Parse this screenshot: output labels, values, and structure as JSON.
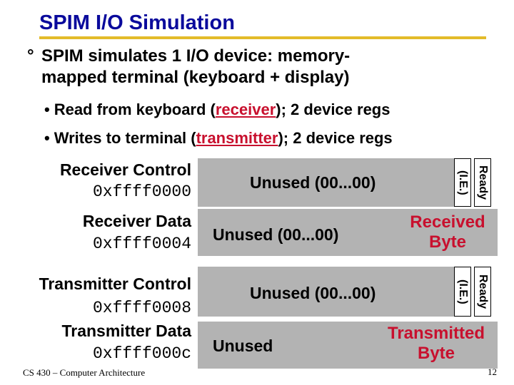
{
  "title": "SPIM I/O Simulation",
  "bullet_main": {
    "mark": "°",
    "line1": "SPIM simulates 1 I/O device: memory-",
    "line2": "mapped terminal (keyboard + display)"
  },
  "sub_bullets": [
    {
      "prefix": "Read from keyboard (",
      "highlight": "receiver",
      "suffix": "); 2 device regs"
    },
    {
      "prefix": "Writes to terminal (",
      "highlight": "transmitter",
      "suffix": "); 2 device regs"
    }
  ],
  "registers": {
    "receiver_control": {
      "label": "Receiver Control",
      "address": "0xffff0000",
      "field": "Unused (00...00)",
      "ready": "Ready",
      "ie": "(I.E.)"
    },
    "receiver_data": {
      "label": "Receiver Data",
      "address": "0xffff0004",
      "field": "Unused (00...00)",
      "byte_line1": "Received",
      "byte_line2": "Byte"
    },
    "transmitter_control": {
      "label": "Transmitter Control",
      "address": "0xffff0008",
      "field": "Unused (00...00)",
      "ready": "Ready",
      "ie": "(I.E.)"
    },
    "transmitter_data": {
      "label": "Transmitter Data",
      "address": "0xffff000c",
      "field": "Unused",
      "byte_line1": "Transmitted",
      "byte_line2": "Byte"
    }
  },
  "footer": "CS 430 – Computer Architecture",
  "page_number": "12"
}
